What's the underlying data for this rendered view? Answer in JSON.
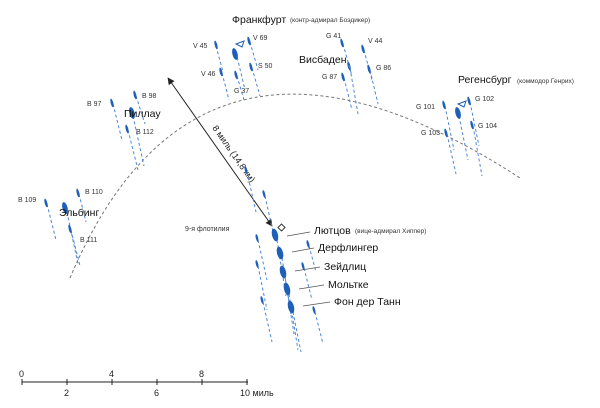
{
  "colors": {
    "ship": "#1f5fb8",
    "wake": "#4d86d6",
    "arc": "#777777",
    "ink": "#222222"
  },
  "arc_note": "",
  "distance_label": "8 миль (14,8 км)",
  "flotilla_label": "9-я флотилия",
  "groups": {
    "frankfurt": {
      "name": "Франкфурт",
      "commander": "(контр-адмирал Боэдикер)"
    },
    "wiesbaden": {
      "name": "Висбаден"
    },
    "regensburg": {
      "name": "Регенсбург",
      "commander": "(коммодор Генрих)"
    },
    "pillau": {
      "name": "Пиллау"
    },
    "elbing": {
      "name": "Эльбинг"
    }
  },
  "ships": {
    "v45": "V 45",
    "v69": "V 69",
    "v46": "V 46",
    "s50": "S 50",
    "g37": "G 37",
    "g41": "G 41",
    "v44": "V 44",
    "g87": "G 87",
    "g86": "G 86",
    "g101": "G 101",
    "g102": "G 102",
    "g103": "G 103",
    "g104": "G 104",
    "b97": "B 97",
    "b98": "B 98",
    "b112": "B 112",
    "b109": "B 109",
    "b110": "B 110",
    "b111": "B 111"
  },
  "battlecruisers": {
    "lutzow": {
      "name": "Лютцов",
      "commander": "(вице-адмирал Хиппер)"
    },
    "derfflinger": {
      "name": "Дерфлингер"
    },
    "seydlitz": {
      "name": "Зейдлиц"
    },
    "moltke": {
      "name": "Мольтке"
    },
    "vdtann": {
      "name": "Фон дер Танн"
    }
  },
  "scale": {
    "ticks_top": [
      "0",
      "4",
      "8"
    ],
    "ticks_bottom": [
      "2",
      "6",
      "10 миль"
    ]
  },
  "icons": {
    "flagship": "triangle-flag-icon",
    "ship": "ellipse-ship-icon"
  }
}
